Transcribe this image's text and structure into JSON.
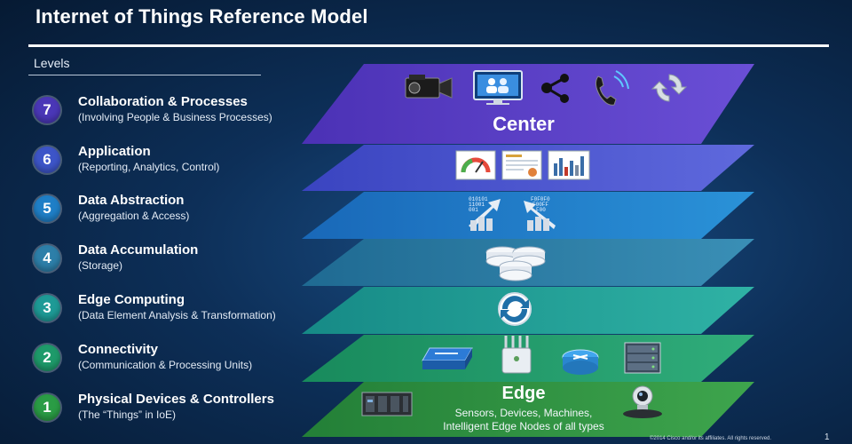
{
  "title": "Internet of Things Reference Model",
  "levels_label": "Levels",
  "levels": [
    {
      "number": "7",
      "name": "Collaboration & Processes",
      "desc": "(Involving  People & Business Processes)",
      "color": "#4a37b7"
    },
    {
      "number": "6",
      "name": "Application",
      "desc": "(Reporting,  Analytics, Control)",
      "color": "#3d55c8"
    },
    {
      "number": "5",
      "name": "Data Abstraction",
      "desc": "(Aggregation  & Access)",
      "color": "#1f7fc7"
    },
    {
      "number": "4",
      "name": "Data Accumulation",
      "desc": "(Storage)",
      "color": "#2d7fa9"
    },
    {
      "number": "3",
      "name": "Edge  Computing",
      "desc": "(Data Element Analysis & Transformation)",
      "color": "#1e9a96"
    },
    {
      "number": "2",
      "name": "Connectivity",
      "desc": "(Communication  & Processing Units)",
      "color": "#1e9a6a"
    },
    {
      "number": "1",
      "name": "Physical Devices & Controllers",
      "desc": "(The “Things” in IoE)",
      "color": "#2a9c45"
    }
  ],
  "layer_icons": {
    "layer7": [
      "video-camera-icon",
      "people-monitor-icon",
      "share-icon",
      "phone-icon",
      "sync-icon"
    ],
    "layer6": [
      "gauge-chart-icon",
      "report-chart-icon",
      "bar-chart-icon"
    ],
    "layer5": [
      "data-up-arrow-icon",
      "data-down-arrow-icon"
    ],
    "layer4": [
      "database-icon"
    ],
    "layer3": [
      "edge-compute-icon"
    ],
    "layer2": [
      "switch-icon",
      "access-point-icon",
      "router-icon",
      "server-icon"
    ],
    "layer1": [
      "controller-icon",
      "telepresence-camera-icon"
    ]
  },
  "center_label": "Center",
  "edge_label": "Edge",
  "edge_sub_1": "Sensors, Devices,  Machines,",
  "edge_sub_2": "Intelligent Edge Nodes of all types",
  "copyright": "©2014  Cisco and/or its affiliates. All rights reserved.",
  "page_number": "1"
}
